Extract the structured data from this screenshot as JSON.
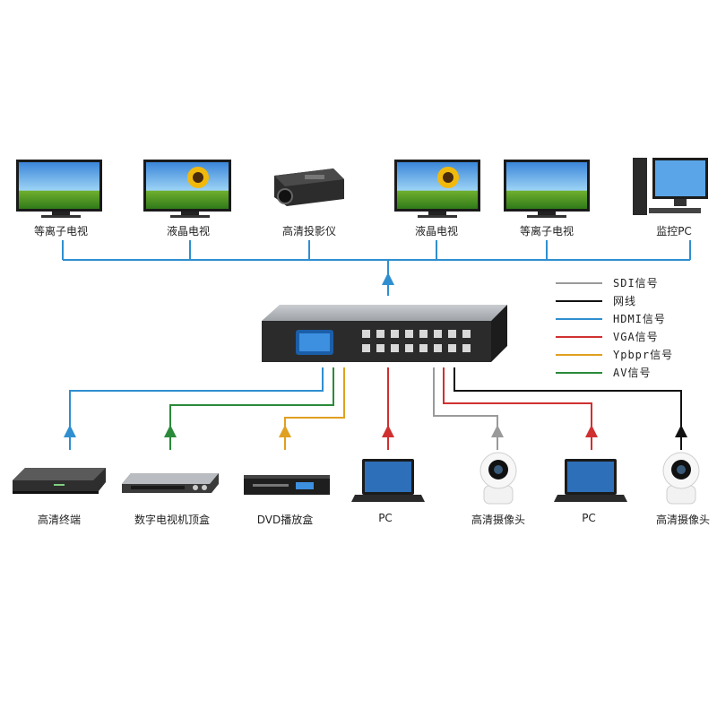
{
  "outputs": [
    {
      "label": "等离子电视",
      "icon": "tv-icon"
    },
    {
      "label": "液晶电视",
      "icon": "tv-icon"
    },
    {
      "label": "高清投影仪",
      "icon": "projector-icon"
    },
    {
      "label": "液晶电视",
      "icon": "tv-icon"
    },
    {
      "label": "等离子电视",
      "icon": "tv-icon"
    },
    {
      "label": "监控PC",
      "icon": "desktop-pc-icon"
    }
  ],
  "inputs": [
    {
      "label": "高清终端",
      "icon": "hd-terminal-icon",
      "signal": "HDMI"
    },
    {
      "label": "数字电视机顶盒",
      "icon": "set-top-box-icon",
      "signal": "AV"
    },
    {
      "label": "DVD播放盒",
      "icon": "dvd-player-icon",
      "signal": "Ypbpr"
    },
    {
      "label": "PC",
      "icon": "laptop-icon",
      "signal": "VGA"
    },
    {
      "label": "高清摄像头",
      "icon": "camera-icon",
      "signal": "SDI"
    },
    {
      "label": "PC",
      "icon": "laptop-icon",
      "signal": "VGA"
    },
    {
      "label": "高清摄像头",
      "icon": "camera-icon",
      "signal": "网线"
    }
  ],
  "legend": [
    {
      "label": "SDI信号",
      "color": "#9a9a9a"
    },
    {
      "label": "网线",
      "color": "#111111"
    },
    {
      "label": "HDMI信号",
      "color": "#2f8fd0"
    },
    {
      "label": "VGA信号",
      "color": "#d03030"
    },
    {
      "label": "Ypbpr信号",
      "color": "#e0a020"
    },
    {
      "label": "AV信号",
      "color": "#2a8a3a"
    }
  ],
  "colors": {
    "hdmi": "#2f8fd0",
    "av": "#2a8a3a",
    "ypbpr": "#e0a020",
    "vga": "#d03030",
    "sdi": "#9a9a9a",
    "network": "#111111",
    "device_body": "#3a3a3a"
  }
}
